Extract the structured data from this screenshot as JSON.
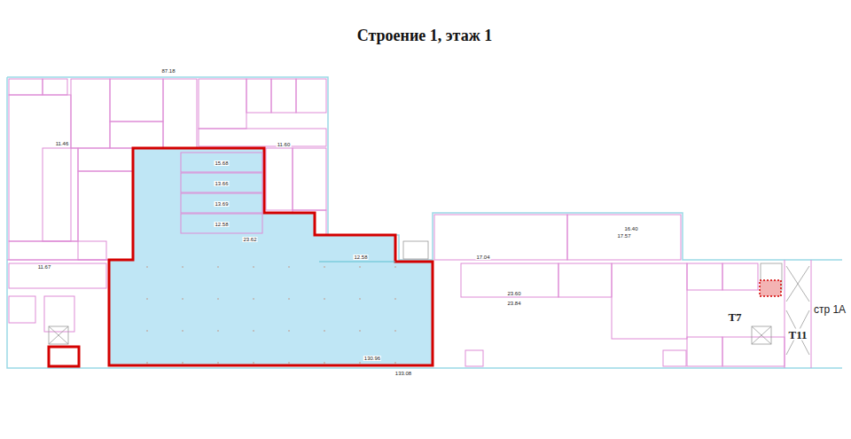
{
  "diagram": {
    "title": "Строение 1, этаж 1",
    "labels": [
      "87.18",
      "15.68",
      "13.66",
      "13.69",
      "12.58",
      "23.62",
      "12.58",
      "17.04",
      "23.60",
      "23.84",
      "16.40",
      "17.57",
      "11.67",
      "130.96",
      "133.08",
      "T7",
      "T11",
      "стр 1А",
      "11.46",
      "11.60"
    ]
  }
}
